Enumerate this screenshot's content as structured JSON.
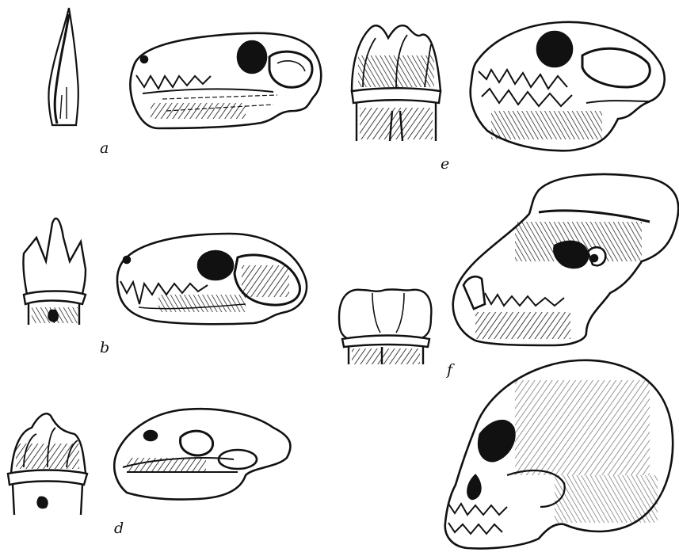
{
  "labels": {
    "a": "a",
    "b": "b",
    "d": "d",
    "e": "e",
    "f": "f"
  }
}
